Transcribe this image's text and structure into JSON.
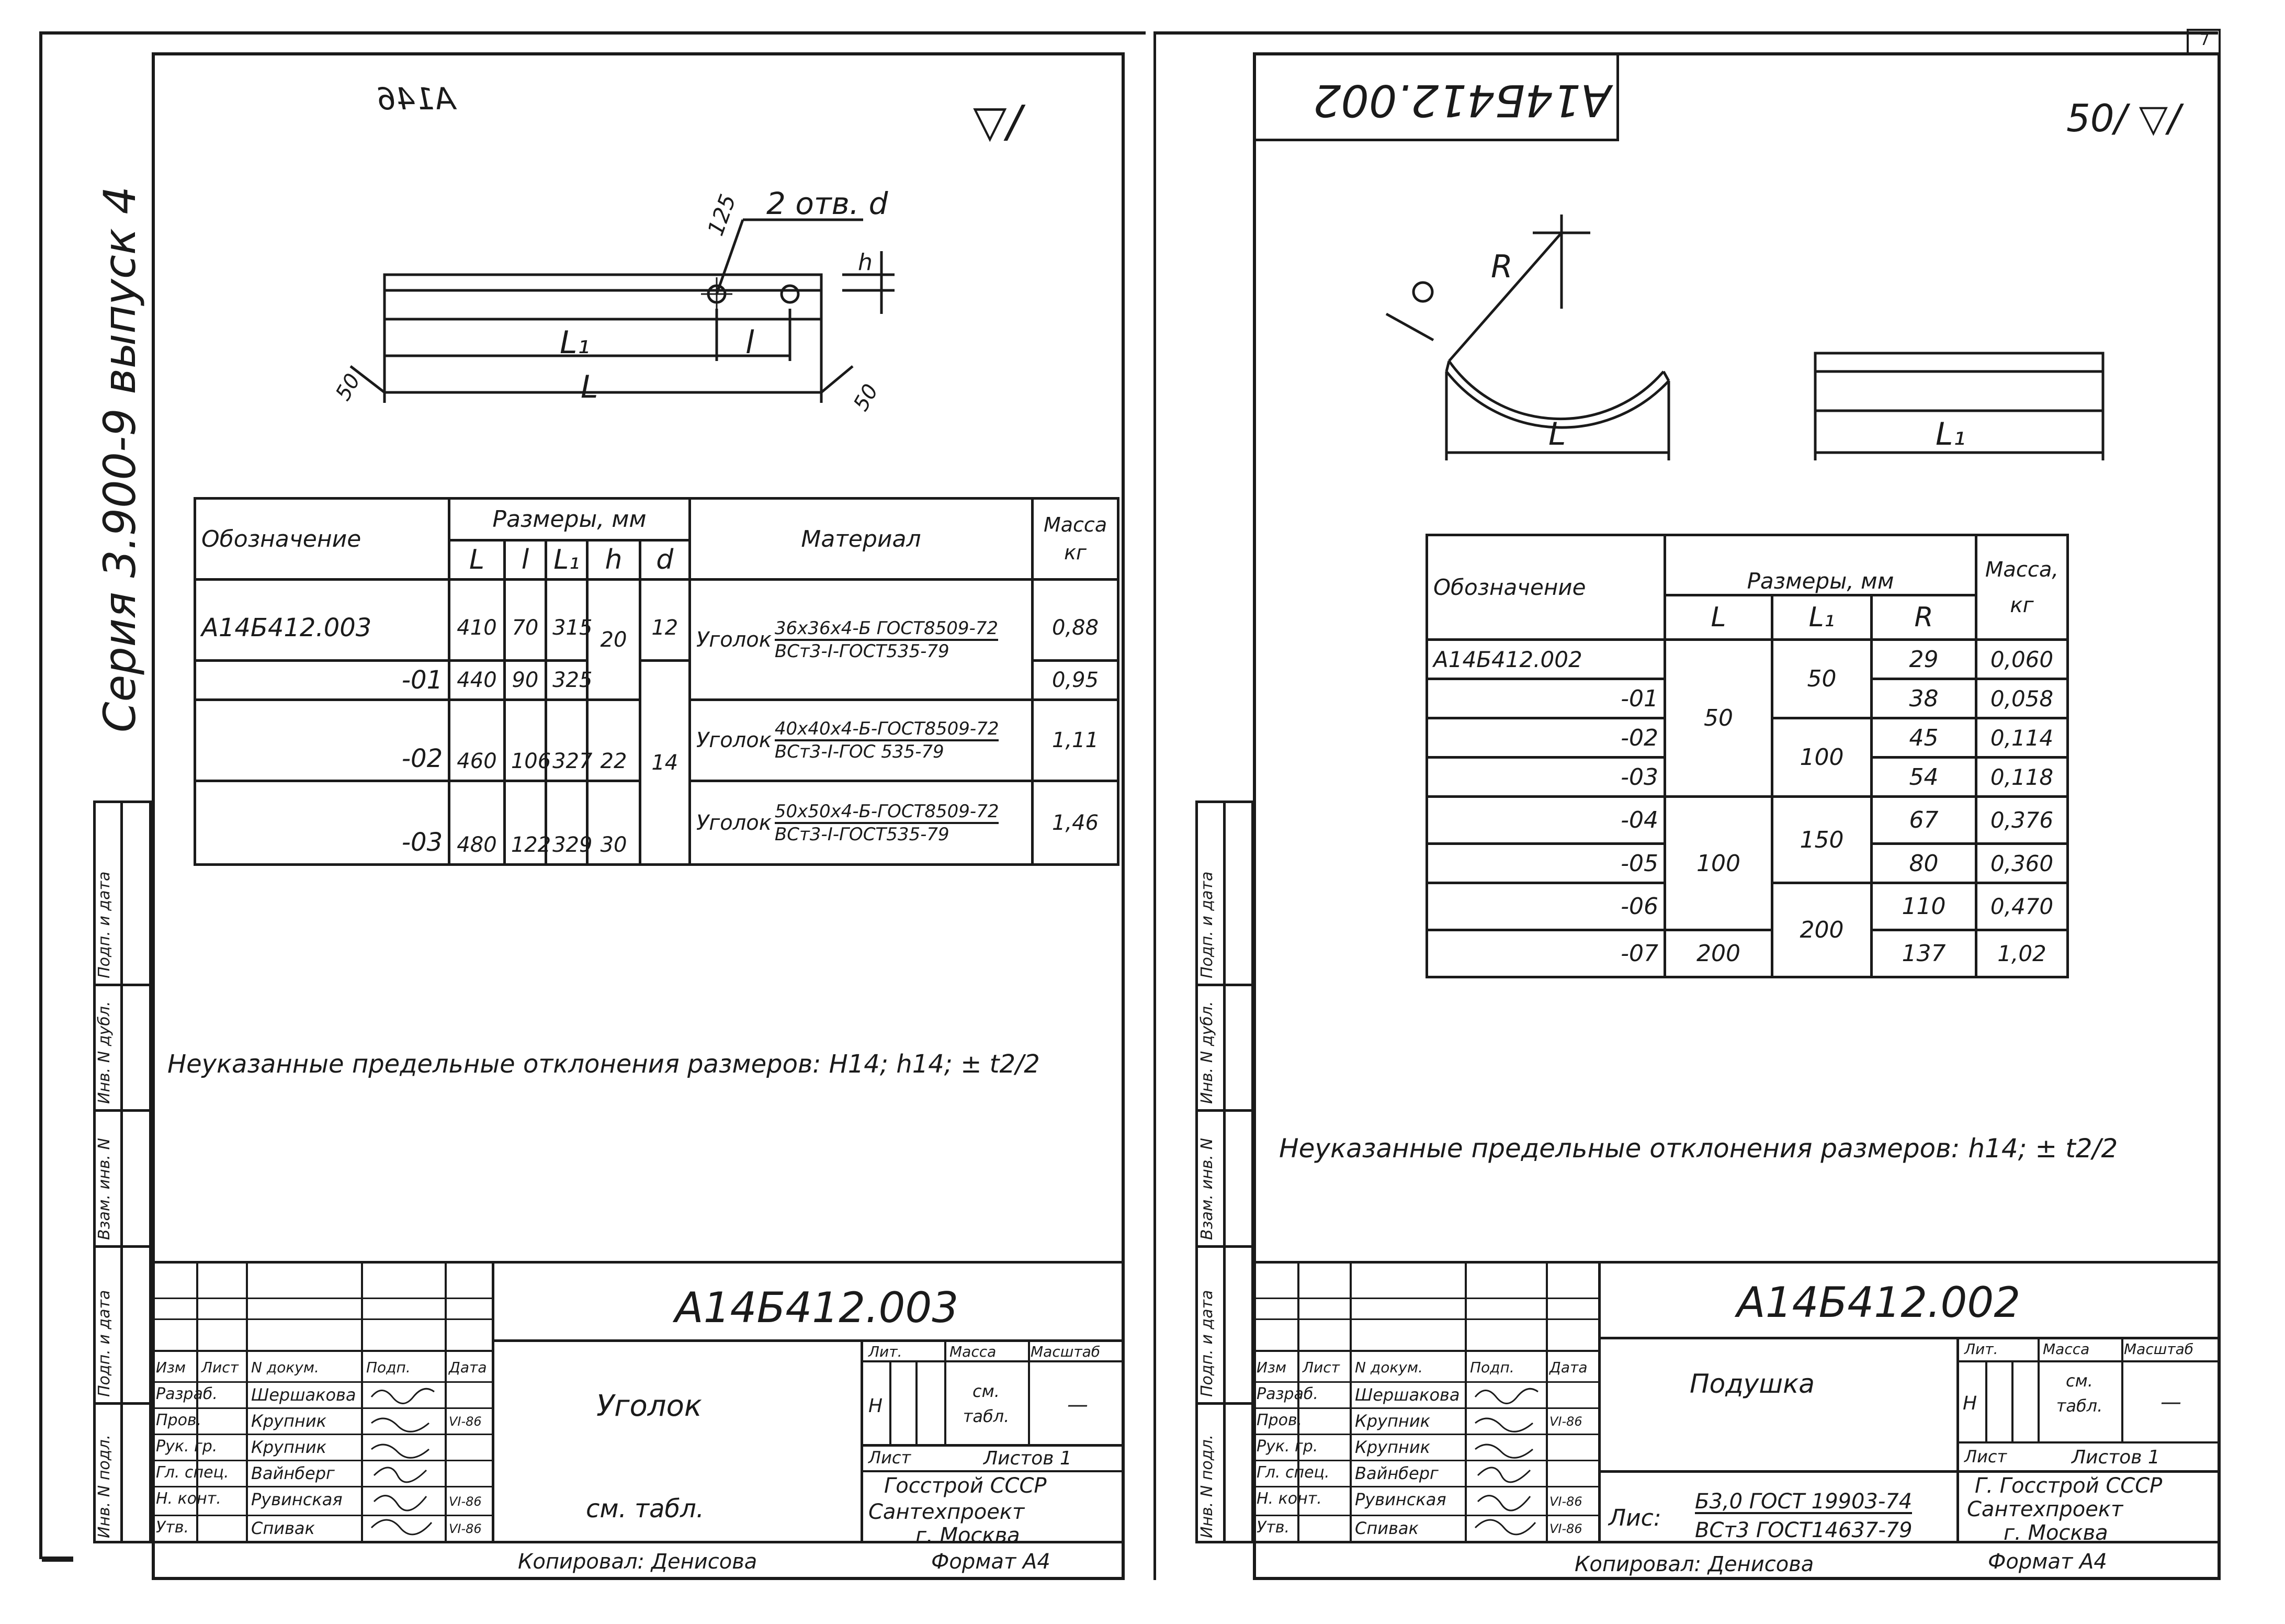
{
  "left_sheet": {
    "series_text": "Серия 3.900-9 выпуск 4",
    "top_corner_code": "А146",
    "surface_mark": "▽/",
    "drawing_labels": {
      "holes": "2 отв. d",
      "angle_125": "125",
      "dim_h": "h",
      "dim_L1": "L₁",
      "dim_l": "l",
      "dim_L": "L",
      "angle_50_left": "50",
      "angle_50_right": "50"
    },
    "table": {
      "header_designation": "Обозначение",
      "header_sizes": "Размеры, мм",
      "header_material": "Материал",
      "header_mass": "Масса кг",
      "sub_headers": [
        "L",
        "l",
        "L₁",
        "h",
        "d"
      ],
      "rows": [
        {
          "designation": "А14Б412.003",
          "L": "410",
          "l": "70",
          "L1": "315",
          "h": "20",
          "d": "12",
          "material_prefix": "Уголок",
          "material_top": "36x36x4-Б ГОСТ8509-72",
          "material_bottom": "ВСт3-I-ГОСТ535-79",
          "mass": "0,88"
        },
        {
          "designation": "-01",
          "L": "440",
          "l": "90",
          "L1": "325",
          "h": "",
          "d": "",
          "material_prefix": "",
          "material_top": "",
          "material_bottom": "",
          "mass": "0,95"
        },
        {
          "designation": "-02",
          "L": "460",
          "l": "106",
          "L1": "327",
          "h": "22",
          "d": "14",
          "material_prefix": "Уголок",
          "material_top": "40x40x4-Б-ГОСТ8509-72",
          "material_bottom": "ВСт3-I-ГОС 535-79",
          "mass": "1,11"
        },
        {
          "designation": "-03",
          "L": "480",
          "l": "122",
          "L1": "329",
          "h": "30",
          "d": "",
          "material_prefix": "Уголок",
          "material_top": "50x50x4-Б-ГОСТ8509-72",
          "material_bottom": "ВСт3-I-ГОСТ535-79",
          "mass": "1,46"
        }
      ]
    },
    "note": "Неуказанные предельные отклонения размеров: Н14; h14; ± t2/2",
    "side_stamp": [
      "Инв. N подл.",
      "Подп. и дата",
      "Взам. инв. N",
      "Инв. N дубл.",
      "Подп. и дата"
    ],
    "title_block": {
      "code": "А14Б412.003",
      "name": "Уголок",
      "material": "см. табл.",
      "lit_label": "Лит.",
      "lit_value": "Н",
      "mass_label": "Масса",
      "mass_value": "см. табл.",
      "scale_label": "Масштаб",
      "scale_value": "—",
      "sheet_label": "Лист",
      "sheets_label": "Листов 1",
      "org1": "Госстрой СССР",
      "org2": "Сантехпроект",
      "org3": "г. Москва",
      "copied": "Копировал: Денисова",
      "format": "Формат А4",
      "col_headers": [
        "Изм",
        "Лист",
        "N докум.",
        "Подп.",
        "Дата"
      ],
      "roles": [
        "Разраб.",
        "Пров.",
        "Рук. гр.",
        "Гл. спец.",
        "Н. конт.",
        "Утв."
      ],
      "names": [
        "Шершакова",
        "Крупник",
        "Крупник",
        "Вайнберг",
        "Рувинская",
        "Спивак"
      ],
      "dates": [
        "",
        "VI-86",
        "",
        "",
        "VI-86",
        "VI-86"
      ]
    }
  },
  "right_sheet": {
    "page_number": "7",
    "header_code": "А14Б412.002",
    "surface_mark": "50/ ▽/",
    "drawing_labels": {
      "radius": "R",
      "dim_L": "L",
      "dim_L1": "L₁"
    },
    "table": {
      "header_designation": "Обозначение",
      "header_sizes": "Размеры, мм",
      "header_mass": "Масса, кг",
      "sub_headers": [
        "L",
        "L₁",
        "R"
      ],
      "rows": [
        {
          "designation": "А14Б412.002",
          "R": "29",
          "mass": "0,060"
        },
        {
          "designation": "-01",
          "R": "38",
          "mass": "0,058"
        },
        {
          "designation": "-02",
          "R": "45",
          "mass": "0,114"
        },
        {
          "designation": "-03",
          "R": "54",
          "mass": "0,118"
        },
        {
          "designation": "-04",
          "R": "67",
          "mass": "0,376"
        },
        {
          "designation": "-05",
          "R": "80",
          "mass": "0,360"
        },
        {
          "designation": "-06",
          "R": "110",
          "mass": "0,470"
        },
        {
          "designation": "-07",
          "R": "137",
          "mass": "1,02"
        }
      ],
      "L_groups": [
        "50",
        "100",
        "200"
      ],
      "L1_groups": [
        "50",
        "100",
        "150",
        "200"
      ]
    },
    "note": "Неуказанные предельные отклонения размеров: h14; ± t2/2",
    "side_stamp": [
      "Инв. N подл.",
      "Подп. и дата",
      "Взам. инв. N",
      "Инв. N дубл.",
      "Подп. и дата"
    ],
    "title_block": {
      "code": "А14Б412.002",
      "name": "Подушка",
      "lit_label": "Лит.",
      "lit_value": "Н",
      "mass_label": "Масса",
      "mass_value": "см. табл.",
      "scale_label": "Масштаб",
      "scale_value": "—",
      "sheet_label": "Лист",
      "sheets_label": "Листов 1",
      "material_prefix": "Лис:",
      "material_top": "Б3,0 ГОСТ 19903-74",
      "material_bottom": "ВСт3 ГОСТ14637-79",
      "org1": "Г. Госстрой СССР",
      "org2": "Сантехпроект",
      "org3": "г. Москва",
      "copied": "Копировал: Денисова",
      "format": "Формат А4",
      "col_headers": [
        "Изм",
        "Лист",
        "N докум.",
        "Подп.",
        "Дата"
      ],
      "roles": [
        "Разраб.",
        "Пров.",
        "Рук. гр.",
        "Гл. спец.",
        "Н. конт.",
        "Утв."
      ],
      "names": [
        "Шершакова",
        "Крупник",
        "Крупник",
        "Вайнберг",
        "Рувинская",
        "Спивак"
      ],
      "dates": [
        "",
        "VI-86",
        "",
        "",
        "VI-86",
        "VI-86"
      ]
    }
  }
}
